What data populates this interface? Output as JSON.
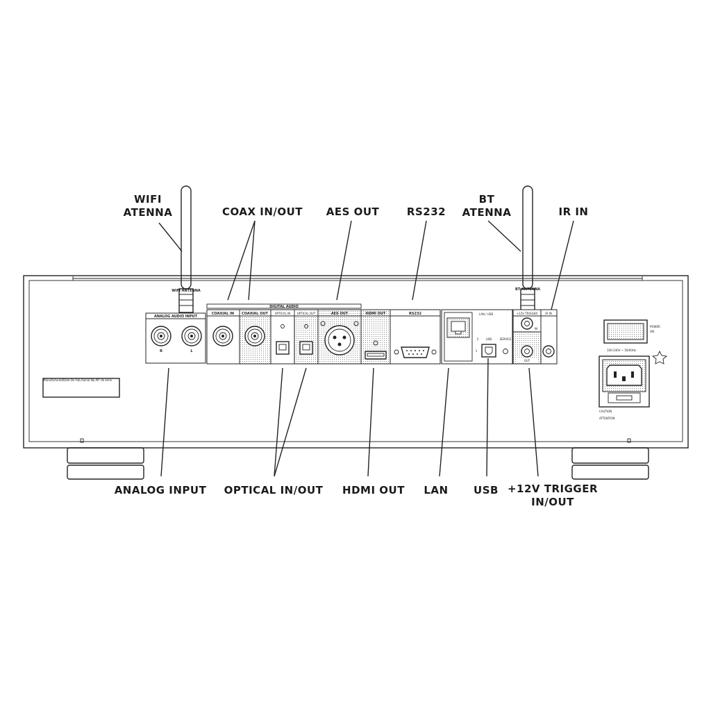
{
  "callouts": {
    "wifi_antenna": [
      "WIFI",
      "ATENNA"
    ],
    "coax_in_out": "COAX IN/OUT",
    "aes_out": "AES OUT",
    "rs232": "RS232",
    "bt_antenna": [
      "BT",
      "ATENNA"
    ],
    "ir_in": "IR IN",
    "analog_input": "ANALOG INPUT",
    "optical_in_out": "OPTICAL IN/OUT",
    "hdmi_out": "HDMI OUT",
    "lan": "LAN",
    "usb": "USB",
    "trigger": [
      "+12V TRIGGER",
      "IN/OUT"
    ]
  },
  "panel_labels": {
    "wifi_antenna": "WIFI ANTENNA",
    "bt_antenna": "BT ANTENNA",
    "analog_audio_input": "ANALOG AUDIO INPUT",
    "r": "R",
    "l": "L",
    "digital_audio": "DIGITAL AUDIO",
    "coaxial_in": "COAXIAL IN",
    "coaxial_out": "COAXIAL OUT",
    "optical_in": "OPTICAL IN",
    "optical_out": "OPTICAL OUT",
    "aes_out": "AES OUT",
    "hdmi_out": "HDMI OUT",
    "rs232": "RS232",
    "lan_usb": "LAN / USB",
    "usb_num_2": "2",
    "usb_label": "USB",
    "service": "SERVICE",
    "usb_num_1": "1",
    "trigger_12v": "+12V TRIGGER",
    "trigger_in": "IN",
    "trigger_out": "OUT",
    "ir_in": "IR IN",
    "power_on": [
      "POWER",
      "ON"
    ],
    "voltage": "100-240V ~ 50/60Hz",
    "caution": "CAUTION",
    "attention": "ATTENTION",
    "serial_label": "Manufactured/Date De Fab./Serial No./N° de série"
  }
}
